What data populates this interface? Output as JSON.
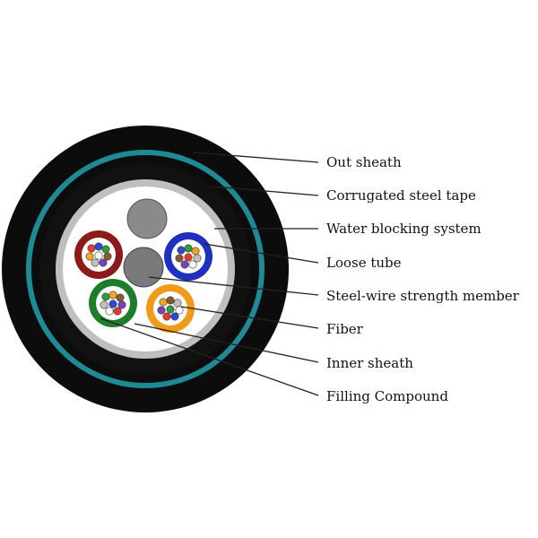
{
  "labels": [
    "Out sheath",
    "Corrugated steel tape",
    "Water blocking system",
    "Loose tube",
    "Steel-wire strength member",
    "Fiber",
    "Inner sheath",
    "Filling Compound"
  ],
  "colors": {
    "outer_sheath": "#0c0c0c",
    "teal_ring": "#1f8a93",
    "armor_band": "#111111",
    "water_blocking_ring": "#bfbfbf",
    "inner_fill": "#ffffff",
    "filler_rod": "#8a8a8a",
    "tube_red": "#8b1a1a",
    "tube_blue": "#1f2fbf",
    "tube_green": "#1e7d2a",
    "tube_orange": "#ef9a1a"
  },
  "fiber_colors": [
    "#e33b2e",
    "#2b49d6",
    "#2a9f3a",
    "#f5a623",
    "#8b5a2b",
    "#c0c0c0",
    "#7b3fbf",
    "#ffffff"
  ]
}
